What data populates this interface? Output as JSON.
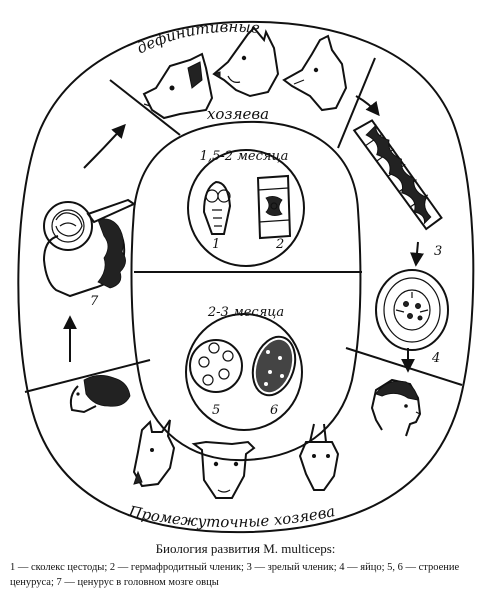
{
  "labels": {
    "definitive_top": "дефинитивные",
    "definitive_bottom": "хозяева",
    "intermediate": "Промежуточные хозяева",
    "period_top": "1,5-2 месяца",
    "period_bottom": "2-3 месяца"
  },
  "stage_numbers": [
    "1",
    "2",
    "3",
    "4",
    "5",
    "6",
    "7"
  ],
  "caption": {
    "title": "Биология развития M. multiceps:",
    "text": "1 — сколекс цестоды; 2 — гермафродитный членик; 3 — зрелый членик; 4 — яйцо; 5, 6 — строение ценуруса; 7 — ценурус в головном мозге овцы"
  }
}
